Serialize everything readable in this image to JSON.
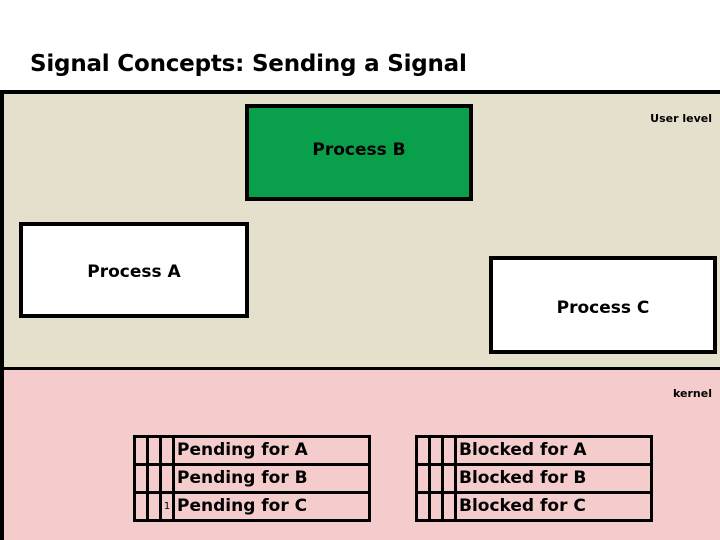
{
  "slide": {
    "title": "Signal Concepts: Sending a Signal"
  },
  "diagram": {
    "user_level_label": "User level",
    "kernel_label": "kernel",
    "colors": {
      "user_level_background": "#e4e0cb",
      "kernel_background": "#f5cccc",
      "process_b_fill": "#0aa04b",
      "process_fill": "#ffffff",
      "border": "#000000"
    },
    "processes": [
      {
        "id": "process-b",
        "label": "Process B",
        "fill": "#0aa04b"
      },
      {
        "id": "process-a",
        "label": "Process A",
        "fill": "#ffffff"
      },
      {
        "id": "process-c",
        "label": "Process C",
        "fill": "#ffffff"
      }
    ],
    "pending_table": {
      "rows": [
        {
          "bits": [
            "",
            "",
            ""
          ],
          "label": "Pending for A"
        },
        {
          "bits": [
            "",
            "",
            ""
          ],
          "label": "Pending for B"
        },
        {
          "bits": [
            "",
            "",
            "1"
          ],
          "label": "Pending for C"
        }
      ]
    },
    "blocked_table": {
      "rows": [
        {
          "bits": [
            "",
            "",
            ""
          ],
          "label": "Blocked for A"
        },
        {
          "bits": [
            "",
            "",
            ""
          ],
          "label": "Blocked for B"
        },
        {
          "bits": [
            "",
            "",
            ""
          ],
          "label": "Blocked for C"
        }
      ]
    }
  }
}
